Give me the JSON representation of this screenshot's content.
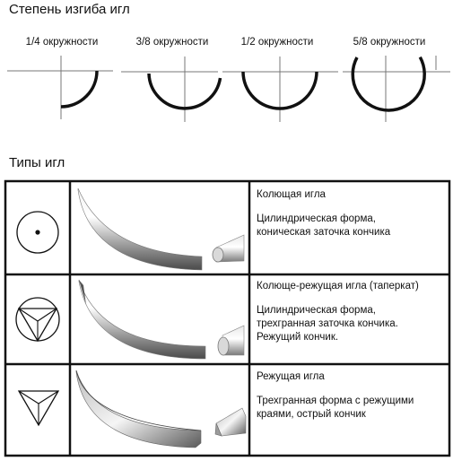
{
  "curvature": {
    "title": "Степень изгиба игл",
    "items": [
      {
        "label": "1/4 окружности"
      },
      {
        "label": "3/8 окружности"
      },
      {
        "label": "1/2 окружности"
      },
      {
        "label": "5/8 окружности"
      }
    ]
  },
  "types": {
    "title": "Типы игл",
    "rows": [
      {
        "icon": "round-point-section-icon",
        "name": "Колющая игла",
        "description_lines": [
          "Цилиндрическая форма,",
          "коническая заточка кончика"
        ]
      },
      {
        "icon": "taper-cut-section-icon",
        "name": "Колюще-режущая игла (таперкат)",
        "description_lines": [
          "Цилиндрическая форма,",
          "трехгранная заточка кончика.",
          "Режущий кончик."
        ]
      },
      {
        "icon": "cutting-section-icon",
        "name": "Режущая игла",
        "description_lines": [
          "Трехгранная форма с режущими",
          "краями, острый кончик"
        ]
      }
    ]
  }
}
